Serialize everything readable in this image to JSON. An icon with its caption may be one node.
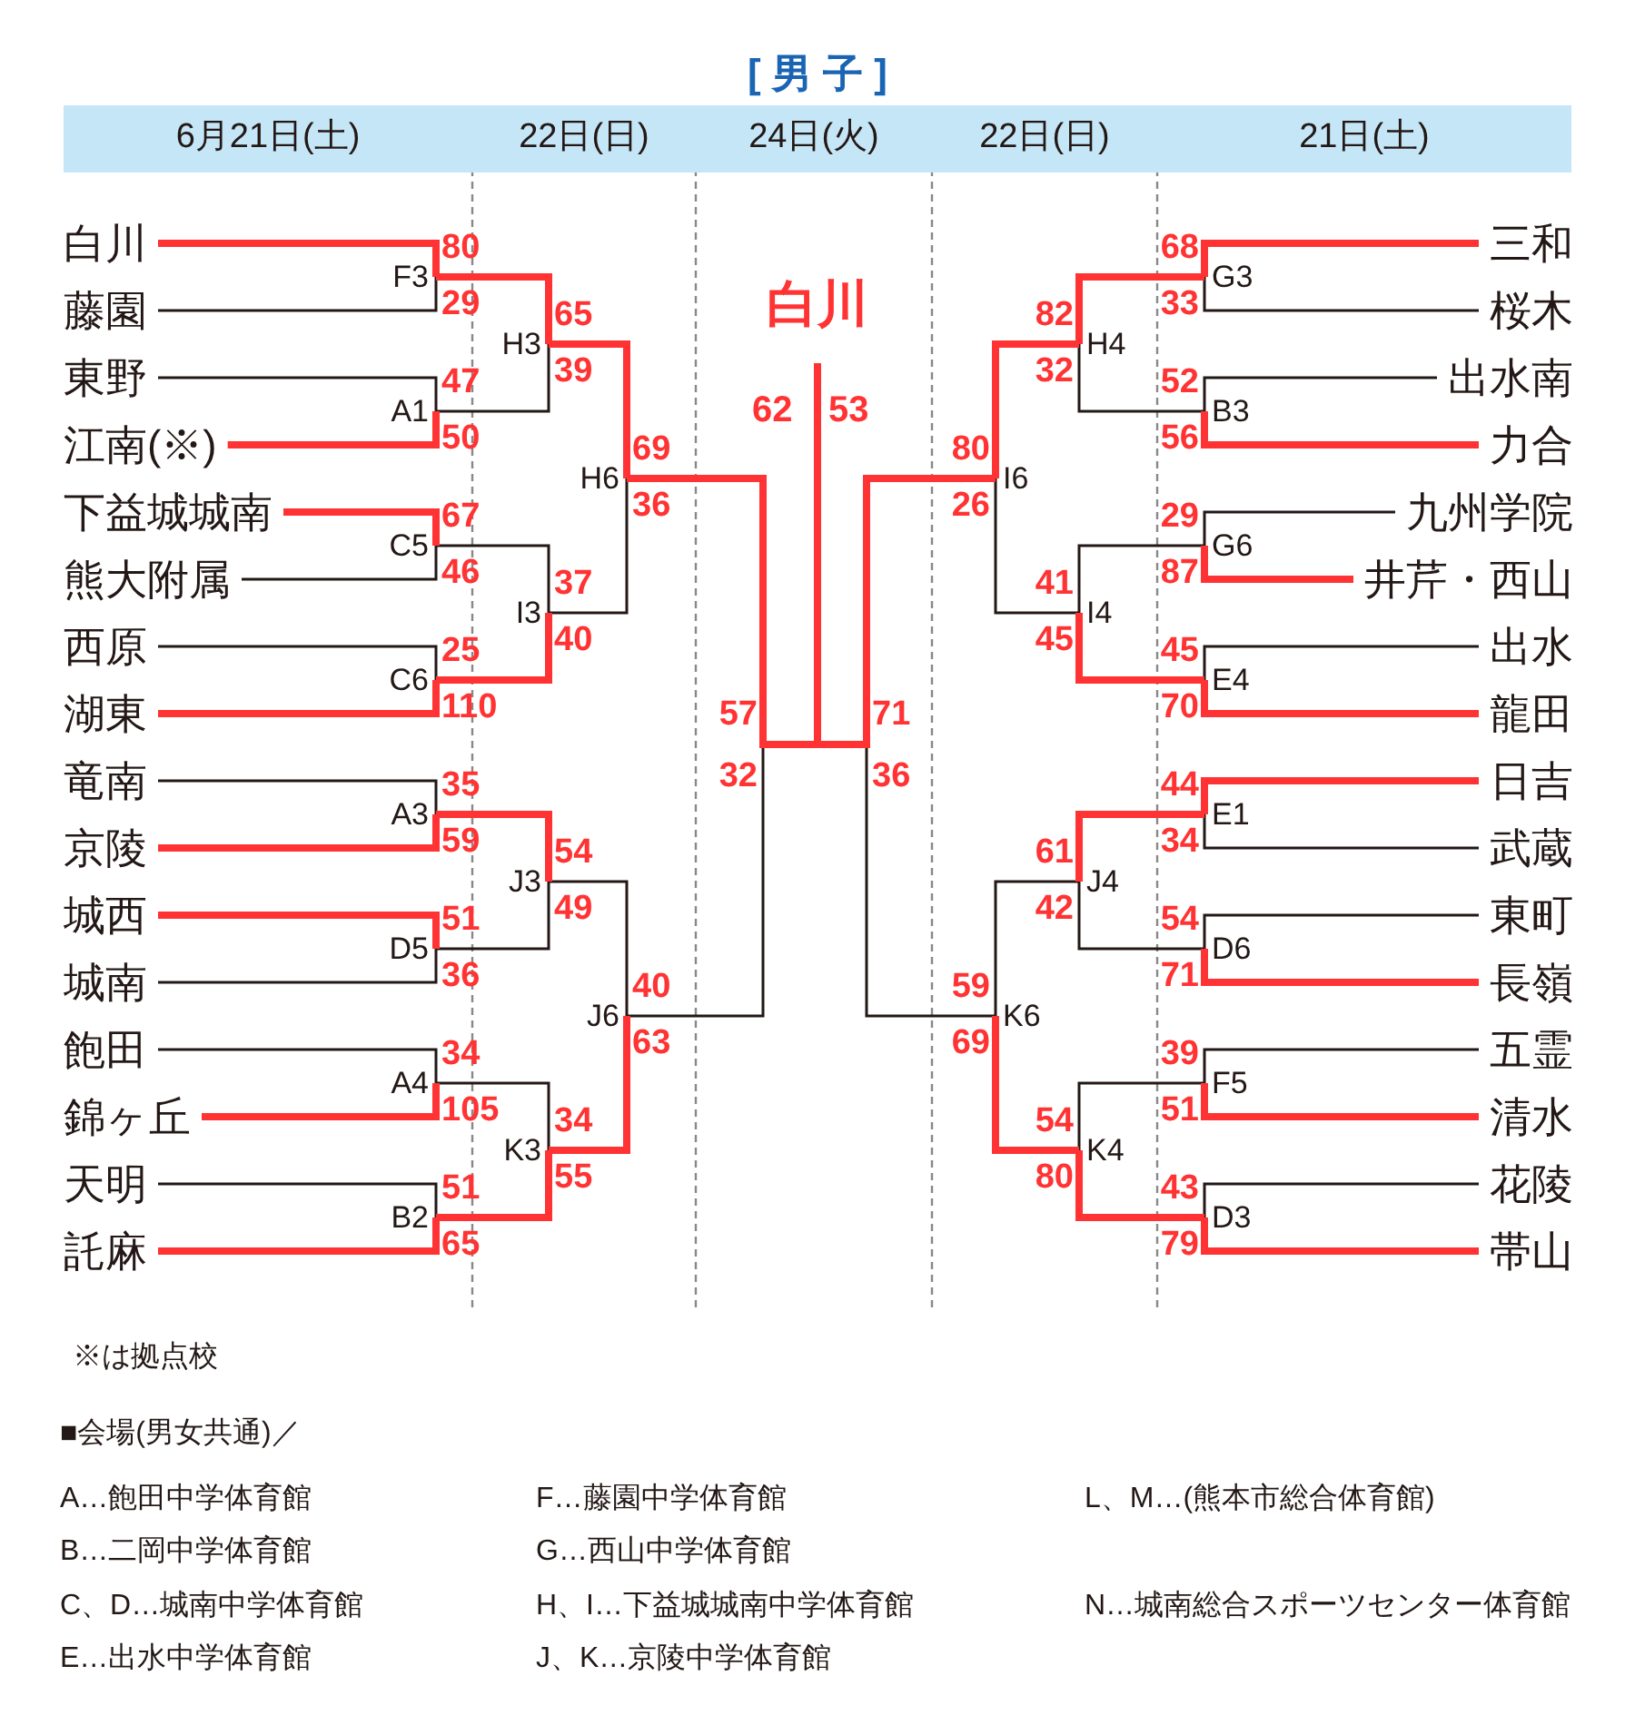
{
  "diagram": {
    "title": "[ 男 子 ]",
    "nodes": [
      {
        "text": [
          "白川"
        ]
      },
      {
        "text": [
          "藤園"
        ]
      },
      {
        "text": [
          "東野"
        ]
      },
      {
        "text": [
          "江南(※)"
        ]
      },
      {
        "text": [
          "下益城城南"
        ]
      },
      {
        "text": [
          "熊大附属"
        ]
      },
      {
        "text": [
          "西原"
        ]
      },
      {
        "text": [
          "湖東"
        ]
      },
      {
        "text": [
          "竜南"
        ]
      },
      {
        "text": [
          "京陵"
        ]
      },
      {
        "text": [
          "城西"
        ]
      },
      {
        "text": [
          "城南"
        ]
      },
      {
        "text": [
          "飽田"
        ]
      },
      {
        "text": [
          "錦ヶ丘"
        ]
      },
      {
        "text": [
          "天明"
        ]
      },
      {
        "text": [
          "託麻"
        ]
      },
      {
        "text": [
          "三和"
        ]
      },
      {
        "text": [
          "桜木"
        ]
      },
      {
        "text": [
          "出水南"
        ]
      },
      {
        "text": [
          "力合"
        ]
      },
      {
        "text": [
          "九州学院"
        ]
      },
      {
        "text": [
          "井芹・西山"
        ]
      },
      {
        "text": [
          "出水"
        ]
      },
      {
        "text": [
          "龍田"
        ]
      },
      {
        "text": [
          "日吉"
        ]
      },
      {
        "text": [
          "武蔵"
        ]
      },
      {
        "text": [
          "東町"
        ]
      },
      {
        "text": [
          "長嶺"
        ]
      },
      {
        "text": [
          "五霊"
        ]
      },
      {
        "text": [
          "清水"
        ]
      },
      {
        "text": [
          "花陵"
        ]
      },
      {
        "text": [
          "帯山"
        ]
      },
      {
        "text": [
          "F3"
        ]
      },
      {
        "text": [
          "A1"
        ]
      },
      {
        "text": [
          "C5"
        ]
      },
      {
        "text": [
          "C6"
        ]
      },
      {
        "text": [
          "A3"
        ]
      },
      {
        "text": [
          "D5"
        ]
      },
      {
        "text": [
          "A4"
        ]
      },
      {
        "text": [
          "B2"
        ]
      },
      {
        "text": [
          "H3"
        ]
      },
      {
        "text": [
          "I3"
        ]
      },
      {
        "text": [
          "J3"
        ]
      },
      {
        "text": [
          "K3"
        ]
      },
      {
        "text": [
          "H6"
        ]
      },
      {
        "text": [
          "J6"
        ]
      },
      {
        "text": [
          "G3"
        ]
      },
      {
        "text": [
          "B3"
        ]
      },
      {
        "text": [
          "G6"
        ]
      },
      {
        "text": [
          "E4"
        ]
      },
      {
        "text": [
          "E1"
        ]
      },
      {
        "text": [
          "D6"
        ]
      },
      {
        "text": [
          "F5"
        ]
      },
      {
        "text": [
          "D3"
        ]
      },
      {
        "text": [
          "H4"
        ]
      },
      {
        "text": [
          "I4"
        ]
      },
      {
        "text": [
          "J4"
        ]
      },
      {
        "text": [
          "K4"
        ]
      },
      {
        "text": [
          "I6"
        ]
      },
      {
        "text": [
          "K6"
        ]
      },
      {
        "text": [
          "白川"
        ]
      }
    ],
    "edges": [
      {
        "from": 0,
        "to": 32,
        "arrow": "none",
        "label": "80",
        "style": "thick",
        "color": "#ff3333"
      },
      {
        "from": 1,
        "to": 32,
        "arrow": "none",
        "label": "29",
        "color": "#231815"
      },
      {
        "from": 2,
        "to": 33,
        "arrow": "none",
        "label": "47",
        "color": "#231815"
      },
      {
        "from": 3,
        "to": 33,
        "arrow": "none",
        "label": "50",
        "style": "thick",
        "color": "#ff3333"
      },
      {
        "from": 4,
        "to": 34,
        "arrow": "none",
        "label": "67",
        "style": "thick",
        "color": "#ff3333"
      },
      {
        "from": 5,
        "to": 34,
        "arrow": "none",
        "label": "46",
        "color": "#231815"
      },
      {
        "from": 6,
        "to": 35,
        "arrow": "none",
        "label": "25",
        "color": "#231815"
      },
      {
        "from": 7,
        "to": 35,
        "arrow": "none",
        "label": "110",
        "style": "thick",
        "color": "#ff3333"
      },
      {
        "from": 8,
        "to": 36,
        "arrow": "none",
        "label": "35",
        "color": "#231815"
      },
      {
        "from": 9,
        "to": 36,
        "arrow": "none",
        "label": "59",
        "style": "thick",
        "color": "#ff3333"
      },
      {
        "from": 10,
        "to": 37,
        "arrow": "none",
        "label": "51",
        "style": "thick",
        "color": "#ff3333"
      },
      {
        "from": 11,
        "to": 37,
        "arrow": "none",
        "label": "36",
        "color": "#231815"
      },
      {
        "from": 12,
        "to": 38,
        "arrow": "none",
        "label": "34",
        "color": "#231815"
      },
      {
        "from": 13,
        "to": 38,
        "arrow": "none",
        "label": "105",
        "style": "thick",
        "color": "#ff3333"
      },
      {
        "from": 14,
        "to": 39,
        "arrow": "none",
        "label": "51",
        "color": "#231815"
      },
      {
        "from": 15,
        "to": 39,
        "arrow": "none",
        "label": "65",
        "style": "thick",
        "color": "#ff3333"
      },
      {
        "from": 32,
        "to": 40,
        "arrow": "none",
        "label": "65",
        "style": "thick",
        "color": "#ff3333"
      },
      {
        "from": 33,
        "to": 40,
        "arrow": "none",
        "label": "39",
        "color": "#231815"
      },
      {
        "from": 34,
        "to": 41,
        "arrow": "none",
        "label": "37",
        "color": "#231815"
      },
      {
        "from": 35,
        "to": 41,
        "arrow": "none",
        "label": "40",
        "style": "thick",
        "color": "#ff3333"
      },
      {
        "from": 36,
        "to": 42,
        "arrow": "none",
        "label": "54",
        "style": "thick",
        "color": "#ff3333"
      },
      {
        "from": 37,
        "to": 42,
        "arrow": "none",
        "label": "49",
        "color": "#231815"
      },
      {
        "from": 38,
        "to": 43,
        "arrow": "none",
        "label": "34",
        "color": "#231815"
      },
      {
        "from": 39,
        "to": 43,
        "arrow": "none",
        "label": "55",
        "style": "thick",
        "color": "#ff3333"
      },
      {
        "from": 40,
        "to": 44,
        "arrow": "none",
        "label": "69",
        "style": "thick",
        "color": "#ff3333"
      },
      {
        "from": 41,
        "to": 44,
        "arrow": "none",
        "label": "36",
        "color": "#231815"
      },
      {
        "from": 42,
        "to": 45,
        "arrow": "none",
        "label": "40",
        "color": "#231815"
      },
      {
        "from": 43,
        "to": 45,
        "arrow": "none",
        "label": "63",
        "style": "thick",
        "color": "#ff3333"
      },
      {
        "from": 44,
        "to": 60,
        "arrow": "none",
        "label": "57",
        "style": "thick",
        "color": "#ff3333"
      },
      {
        "from": 45,
        "to": 60,
        "arrow": "none",
        "label": "32",
        "color": "#231815"
      },
      {
        "from": 16,
        "to": 46,
        "arrow": "none",
        "label": "68",
        "style": "thick",
        "color": "#ff3333"
      },
      {
        "from": 17,
        "to": 46,
        "arrow": "none",
        "label": "33",
        "color": "#231815"
      },
      {
        "from": 18,
        "to": 47,
        "arrow": "none",
        "label": "52",
        "color": "#231815"
      },
      {
        "from": 19,
        "to": 47,
        "arrow": "none",
        "label": "56",
        "style": "thick",
        "color": "#ff3333"
      },
      {
        "from": 20,
        "to": 48,
        "arrow": "none",
        "label": "29",
        "color": "#231815"
      },
      {
        "from": 21,
        "to": 48,
        "arrow": "none",
        "label": "87",
        "style": "thick",
        "color": "#ff3333"
      },
      {
        "from": 22,
        "to": 49,
        "arrow": "none",
        "label": "45",
        "color": "#231815"
      },
      {
        "from": 23,
        "to": 49,
        "arrow": "none",
        "label": "70",
        "style": "thick",
        "color": "#ff3333"
      },
      {
        "from": 24,
        "to": 50,
        "arrow": "none",
        "label": "44",
        "style": "thick",
        "color": "#ff3333"
      },
      {
        "from": 25,
        "to": 50,
        "arrow": "none",
        "label": "34",
        "color": "#231815"
      },
      {
        "from": 26,
        "to": 51,
        "arrow": "none",
        "label": "54",
        "color": "#231815"
      },
      {
        "from": 27,
        "to": 51,
        "arrow": "none",
        "label": "71",
        "style": "thick",
        "color": "#ff3333"
      },
      {
        "from": 28,
        "to": 52,
        "arrow": "none",
        "label": "39",
        "color": "#231815"
      },
      {
        "from": 29,
        "to": 52,
        "arrow": "none",
        "label": "51",
        "style": "thick",
        "color": "#ff3333"
      },
      {
        "from": 30,
        "to": 53,
        "arrow": "none",
        "label": "43",
        "color": "#231815"
      },
      {
        "from": 31,
        "to": 53,
        "arrow": "none",
        "label": "79",
        "style": "thick",
        "color": "#ff3333"
      },
      {
        "from": 46,
        "to": 54,
        "arrow": "none",
        "label": "82",
        "style": "thick",
        "color": "#ff3333"
      },
      {
        "from": 47,
        "to": 54,
        "arrow": "none",
        "label": "32",
        "color": "#231815"
      },
      {
        "from": 48,
        "to": 55,
        "arrow": "none",
        "label": "41",
        "color": "#231815"
      },
      {
        "from": 49,
        "to": 55,
        "arrow": "none",
        "label": "45",
        "style": "thick",
        "color": "#ff3333"
      },
      {
        "from": 50,
        "to": 56,
        "arrow": "none",
        "label": "61",
        "style": "thick",
        "color": "#ff3333"
      },
      {
        "from": 51,
        "to": 56,
        "arrow": "none",
        "label": "42",
        "color": "#231815"
      },
      {
        "from": 52,
        "to": 57,
        "arrow": "none",
        "label": "54",
        "color": "#231815"
      },
      {
        "from": 53,
        "to": 57,
        "arrow": "none",
        "label": "80",
        "style": "thick",
        "color": "#ff3333"
      },
      {
        "from": 54,
        "to": 58,
        "arrow": "none",
        "label": "80",
        "style": "thick",
        "color": "#ff3333"
      },
      {
        "from": 55,
        "to": 58,
        "arrow": "none",
        "label": "26",
        "color": "#231815"
      },
      {
        "from": 56,
        "to": 59,
        "arrow": "none",
        "label": "59",
        "color": "#231815"
      },
      {
        "from": 57,
        "to": 59,
        "arrow": "none",
        "label": "69",
        "style": "thick",
        "color": "#ff3333"
      },
      {
        "from": 58,
        "to": 60,
        "arrow": "none",
        "label": "71",
        "style": "thick",
        "color": "#ff3333"
      },
      {
        "from": 59,
        "to": 60,
        "arrow": "none",
        "label": "36",
        "color": "#231815"
      }
    ],
    "labels": [
      "6月21日(土)",
      "22日(日)",
      "24日(火)",
      "22日(日)",
      "21日(土)",
      "62",
      "53",
      "※は拠点校",
      "■会場(男女共通)／",
      "A…飽田中学体育館",
      "B…二岡中学体育館",
      "C、D…城南中学体育館",
      "E…出水中学体育館",
      "F…藤園中学体育館",
      "G…西山中学体育館",
      "H、I…下益城城南中学体育館",
      "J、K…京陵中学体育館",
      "L、M…(熊本市総合体育館)",
      "N…城南総合スポーツセンター体育館"
    ]
  }
}
